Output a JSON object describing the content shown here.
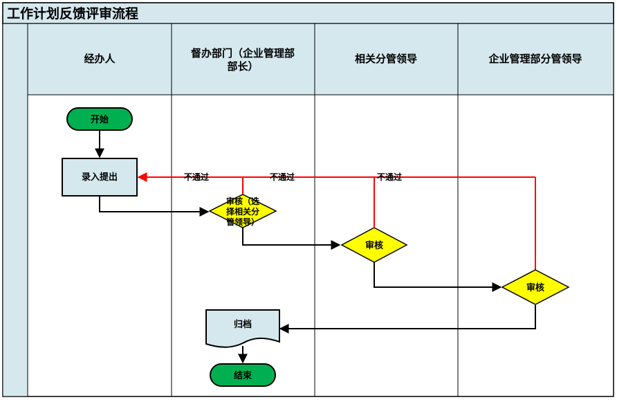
{
  "title": "工作计划反馈评审流程",
  "lanes": [
    {
      "lines": [
        "经办人"
      ]
    },
    {
      "lines": [
        "督办部门（企业管理部",
        "部长）"
      ]
    },
    {
      "lines": [
        "相关分管领导"
      ]
    },
    {
      "lines": [
        "企业管理部分管领导"
      ]
    }
  ],
  "nodes": {
    "start": "开始",
    "submit": "录入提出",
    "review1": [
      "审核（选",
      "择相关分",
      "管领导）"
    ],
    "review2": "审核",
    "review3": "审核",
    "archive": "归档",
    "end": "结束"
  },
  "reject_labels": [
    "不通过",
    "不通过",
    "不通过"
  ],
  "colors": {
    "header_fill": "#D5E8EE",
    "start_end_fill": "#00B050",
    "process_fill": "#D5E8EE",
    "decision_fill": "#FFFF00",
    "reject_line": "#FF0000",
    "flow_line": "#000000"
  }
}
